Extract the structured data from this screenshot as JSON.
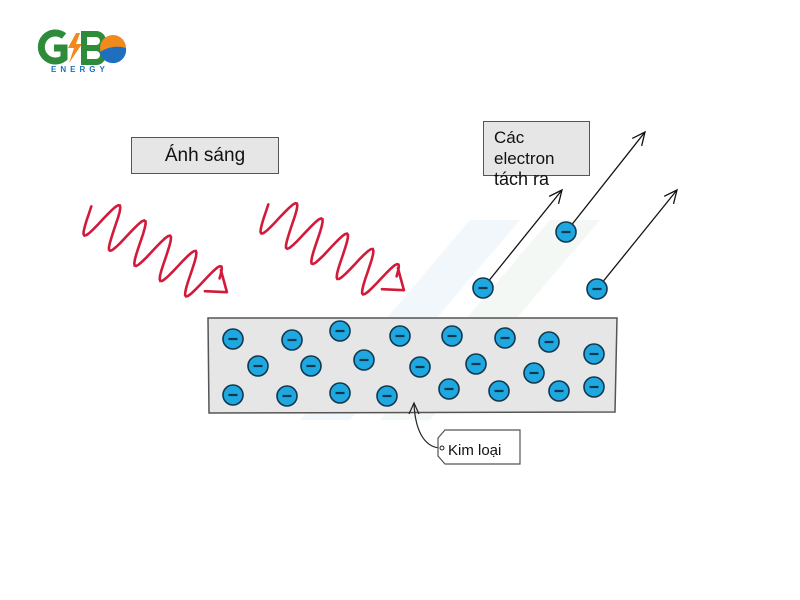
{
  "logo": {
    "letters": "GBO",
    "subtitle": "ENERGY",
    "colors": {
      "green": "#2e8b3a",
      "orange": "#f08a1c",
      "blue": "#1e6fc0"
    }
  },
  "diagram": {
    "title_light": "Ánh sáng",
    "ejected_label_line1": "Các electron",
    "ejected_label_line2": "tách ra",
    "metal_label": "Kim loại",
    "electron_symbol": "−",
    "colors": {
      "wave": "#d21a3a",
      "electron_fill": "#1fa8e0",
      "electron_stroke": "#10384f",
      "metal_fill": "#e6e6e6",
      "metal_stroke": "#555555"
    },
    "light_waves": 2,
    "electrons_in_metal": 22,
    "ejected_electrons": 3
  }
}
